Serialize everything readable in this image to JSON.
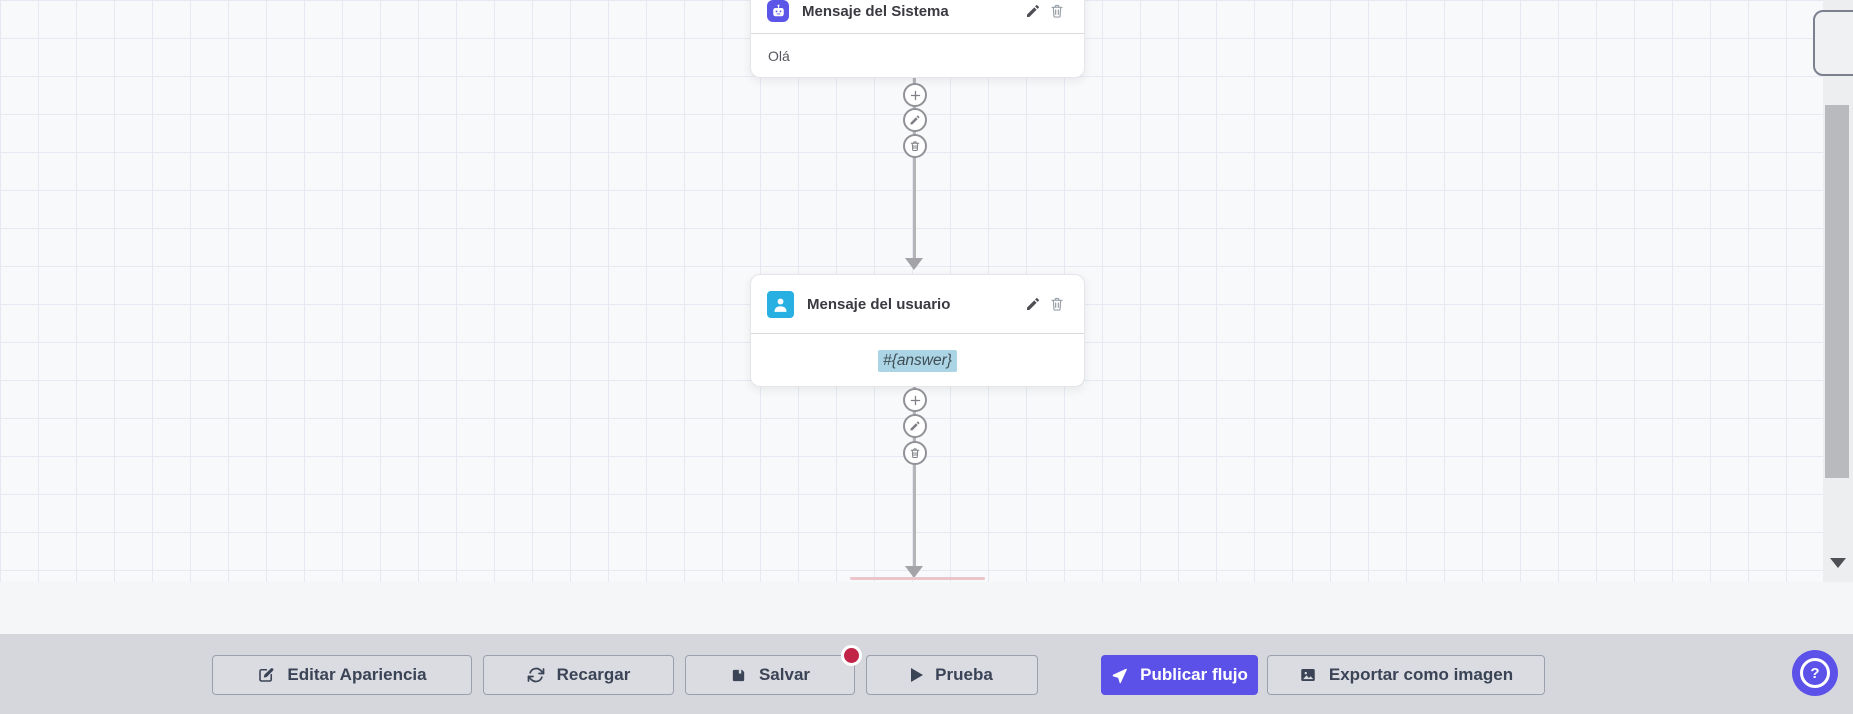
{
  "canvas": {
    "nodes": [
      {
        "title": "Mensaje del Sistema",
        "body": "Olá",
        "icon": "robot-icon",
        "icon_color": "#5b55e8",
        "actions": [
          "edit",
          "delete"
        ]
      },
      {
        "title": "Mensaje del usuario",
        "body": "#{answer}",
        "icon": "user-icon",
        "icon_color": "#29b0e2",
        "body_highlighted": true,
        "actions": [
          "edit",
          "delete"
        ]
      }
    ],
    "connector_actions": [
      "add",
      "edit",
      "delete"
    ]
  },
  "toolbar": {
    "buttons": [
      {
        "label": "Editar Apariencia",
        "icon": "edit-icon"
      },
      {
        "label": "Recargar",
        "icon": "refresh-icon"
      },
      {
        "label": "Salvar",
        "icon": "save-icon",
        "unsaved_badge": true
      },
      {
        "label": "Prueba",
        "icon": "play-icon"
      },
      {
        "label": "Publicar flujo",
        "icon": "rocket-icon",
        "primary": true
      },
      {
        "label": "Exportar como imagen",
        "icon": "image-icon"
      }
    ]
  },
  "help_button": {
    "label": "?"
  },
  "colors": {
    "accent": "#5b51e8",
    "system_node_icon": "#5b55e8",
    "user_node_icon": "#29b0e2",
    "variable_highlight": "#abd4e4",
    "unsaved_badge": "#c22447",
    "toolbar_bg": "#d6d7dc",
    "canvas_grid_line": "#e7e9f2"
  }
}
